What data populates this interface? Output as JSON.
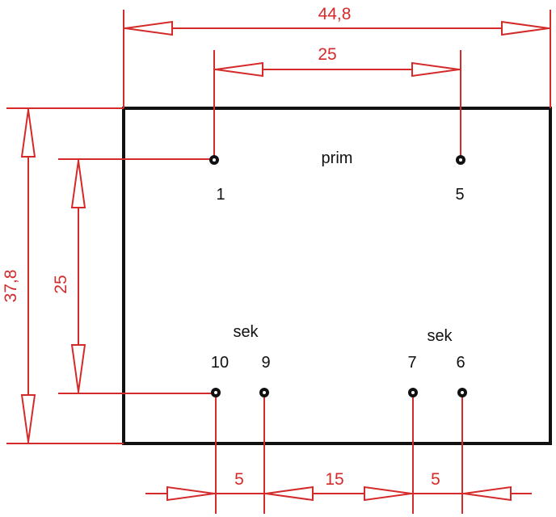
{
  "colors": {
    "dimension": "#d42a2a",
    "outline": "#111111",
    "background": "#ffffff"
  },
  "dimensions": {
    "overall_width": "44,8",
    "primary_pin_spacing": "25",
    "overall_height": "37,8",
    "row_spacing": "25",
    "sec_left_spacing": "5",
    "sec_middle_spacing": "15",
    "sec_right_spacing": "5"
  },
  "labels": {
    "primary_group": "prim",
    "secondary_group_left": "sek",
    "secondary_group_right": "sek"
  },
  "pins": {
    "p1": "1",
    "p5": "5",
    "p10": "10",
    "p9": "9",
    "p7": "7",
    "p6": "6"
  }
}
